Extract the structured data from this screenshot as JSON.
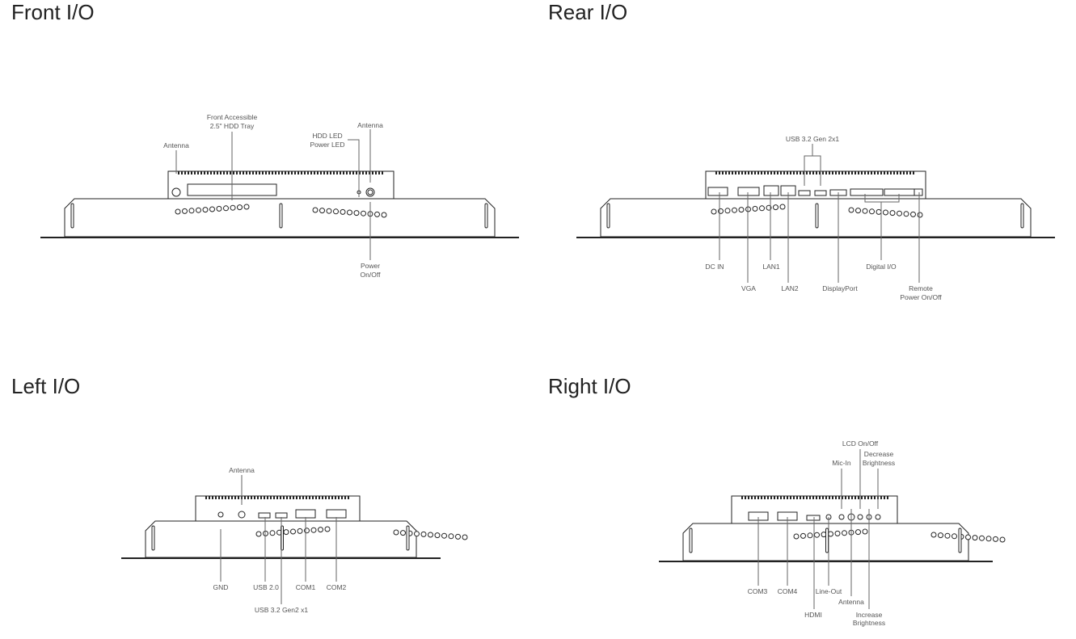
{
  "front": {
    "title": "Front I/O",
    "labels": {
      "antenna_left": "Antenna",
      "hdd_tray_1": "Front Accessible",
      "hdd_tray_2": "2.5\" HDD Tray",
      "hdd_led": "HDD LED",
      "power_led": "Power LED",
      "antenna_right": "Antenna",
      "power_1": "Power",
      "power_2": "On/Off"
    }
  },
  "rear": {
    "title": "Rear I/O",
    "labels": {
      "usb32": "USB 3.2 Gen 2x1",
      "dc_in": "DC IN",
      "vga": "VGA",
      "lan1": "LAN1",
      "lan2": "LAN2",
      "displayport": "DisplayPort",
      "digital_io": "Digital I/O",
      "remote_1": "Remote",
      "remote_2": "Power On/Off"
    }
  },
  "left": {
    "title": "Left I/O",
    "labels": {
      "antenna": "Antenna",
      "gnd": "GND",
      "usb20": "USB 2.0",
      "usb32": "USB 3.2 Gen2 x1",
      "com1": "COM1",
      "com2": "COM2"
    }
  },
  "right": {
    "title": "Right I/O",
    "labels": {
      "lcd": "LCD On/Off",
      "mic": "Mic-In",
      "dec_1": "Decrease",
      "dec_2": "Brightness",
      "com3": "COM3",
      "com4": "COM4",
      "hdmi": "HDMI",
      "lineout": "Line-Out",
      "antenna": "Antenna",
      "inc_1": "Increase",
      "inc_2": "Brightness"
    }
  }
}
